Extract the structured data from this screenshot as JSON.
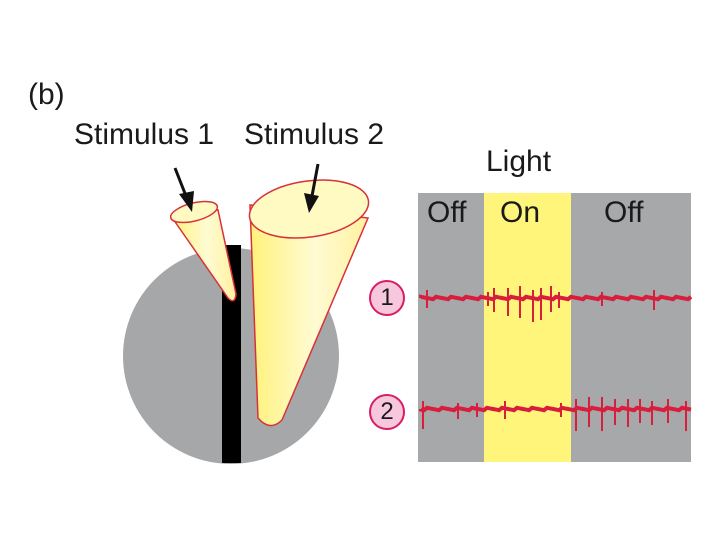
{
  "panel_label": "(b)",
  "stimuli": {
    "stimulus_1": "Stimulus 1",
    "stimulus_2": "Stimulus 2"
  },
  "recording": {
    "light_label": "Light",
    "phases": [
      "Off",
      "On",
      "Off"
    ],
    "traces": [
      {
        "label": "1"
      },
      {
        "label": "2"
      }
    ]
  },
  "colors": {
    "receptive_field": "#a6a7a9",
    "bar": "#000000",
    "cone_fill": "#fff7a8",
    "cone_edge": "#d8313a",
    "panel_gray": "#a7a8aa",
    "light_on": "#fff57a",
    "trace": "#d81e3c",
    "badge_fill": "#f6c7dd",
    "badge_edge": "#d81e63"
  }
}
